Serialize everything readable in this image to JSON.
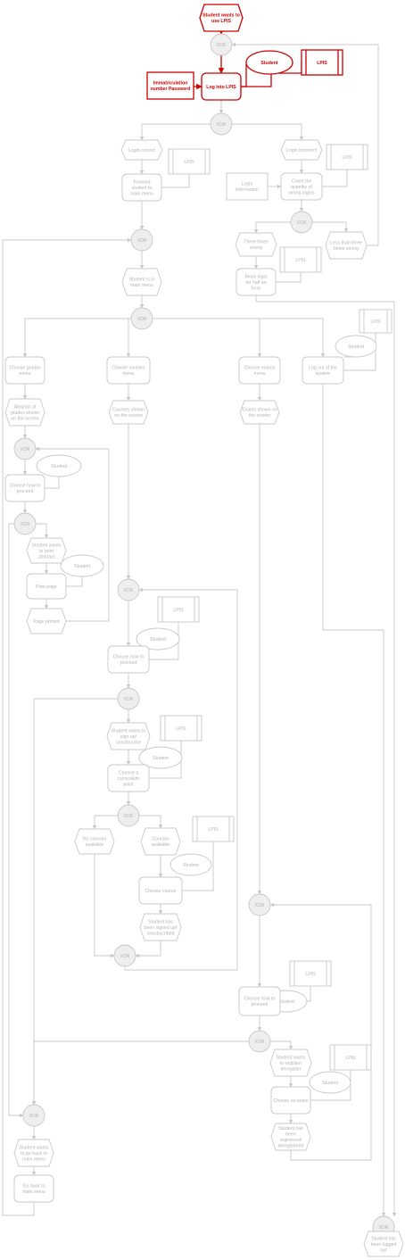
{
  "colors": {
    "active": "#cc0000",
    "inactive": "#c8c8c8",
    "inactive_text": "#b4b4b4",
    "xor_fill": "#eeeeee"
  },
  "nodes": [
    {
      "id": "start",
      "kind": "event",
      "label": "Student wants to use LPIS",
      "active": true
    },
    {
      "id": "x1",
      "kind": "xor",
      "label": "XOR"
    },
    {
      "id": "student-1",
      "kind": "actor",
      "label": "Student",
      "active": true
    },
    {
      "id": "lpis-1",
      "kind": "system",
      "label": "LPIS",
      "active": true
    },
    {
      "id": "credentials",
      "kind": "info",
      "label": "Immatriculation number Password",
      "active": true
    },
    {
      "id": "login",
      "kind": "func",
      "label": "Log into LPIS",
      "active": true
    },
    {
      "id": "x2",
      "kind": "xor",
      "label": "XOR"
    },
    {
      "id": "login-correct",
      "kind": "event",
      "label": "Login correct"
    },
    {
      "id": "login-incorrect",
      "kind": "event",
      "label": "Login incorrect"
    },
    {
      "id": "lpis-2",
      "kind": "system",
      "label": "LPIS"
    },
    {
      "id": "lpis-3",
      "kind": "system",
      "label": "LPIS"
    },
    {
      "id": "forward",
      "kind": "func",
      "label": "Forward student to main menu"
    },
    {
      "id": "login-info",
      "kind": "info",
      "label": "Login information"
    },
    {
      "id": "count",
      "kind": "func",
      "label": "Count the quantity of wrong logins"
    },
    {
      "id": "x3",
      "kind": "xor",
      "label": "XOR"
    },
    {
      "id": "three-times",
      "kind": "event",
      "label": "Three times wrong"
    },
    {
      "id": "less-three",
      "kind": "event",
      "label": "Less than three times wrong"
    },
    {
      "id": "lpis-4",
      "kind": "system",
      "label": "LPIS"
    },
    {
      "id": "block",
      "kind": "func",
      "label": "Block login for half an hour"
    },
    {
      "id": "x4",
      "kind": "xor",
      "label": "XOR"
    },
    {
      "id": "in-main",
      "kind": "event",
      "label": "Student is in main menu"
    },
    {
      "id": "x5",
      "kind": "xor",
      "label": "XOR"
    },
    {
      "id": "lpis-5",
      "kind": "system",
      "label": "LPIS"
    },
    {
      "id": "student-2",
      "kind": "actor",
      "label": "Student"
    },
    {
      "id": "grades-menu",
      "kind": "func",
      "label": "Choose grades menu"
    },
    {
      "id": "courses-menu",
      "kind": "func",
      "label": "Choose courses menu"
    },
    {
      "id": "exams-menu",
      "kind": "func",
      "label": "Choose exams menu"
    },
    {
      "id": "logout",
      "kind": "func",
      "label": "Log out of the system"
    },
    {
      "id": "abstract",
      "kind": "event",
      "label": "Abstract of grades shown on the screen"
    },
    {
      "id": "courses-shown",
      "kind": "event",
      "label": "Courses shown on the screen"
    },
    {
      "id": "exams-shown",
      "kind": "event",
      "label": "Exams shown on the screen"
    },
    {
      "id": "x6",
      "kind": "xor",
      "label": "XOR"
    },
    {
      "id": "student-3",
      "kind": "actor",
      "label": "Student"
    },
    {
      "id": "choose-grades",
      "kind": "func",
      "label": "Choose how to proceed"
    },
    {
      "id": "x7",
      "kind": "xor",
      "label": "XOR"
    },
    {
      "id": "wants-print",
      "kind": "event",
      "label": "Student wants to print abstract"
    },
    {
      "id": "student-4",
      "kind": "actor",
      "label": "Student"
    },
    {
      "id": "print",
      "kind": "func",
      "label": "Print page"
    },
    {
      "id": "printed",
      "kind": "event",
      "label": "Page printed"
    },
    {
      "id": "x8",
      "kind": "xor",
      "label": "XOR"
    },
    {
      "id": "lpis-6",
      "kind": "system",
      "label": "LPIS"
    },
    {
      "id": "student-5",
      "kind": "actor",
      "label": "Student"
    },
    {
      "id": "choose-courses",
      "kind": "func",
      "label": "Choose how to proceed"
    },
    {
      "id": "x9",
      "kind": "xor",
      "label": "XOR"
    },
    {
      "id": "wants-signup",
      "kind": "event",
      "label": "Student wants to sign up/ unsubscribe"
    },
    {
      "id": "lpis-7",
      "kind": "system",
      "label": "LPIS"
    },
    {
      "id": "student-6",
      "kind": "actor",
      "label": "Student"
    },
    {
      "id": "curriculum",
      "kind": "func",
      "label": "Choose a curriculum point"
    },
    {
      "id": "x10",
      "kind": "xor",
      "label": "XOR"
    },
    {
      "id": "no-courses",
      "kind": "event",
      "label": "No courses available"
    },
    {
      "id": "courses-avail",
      "kind": "event",
      "label": "Courses available"
    },
    {
      "id": "lpis-8",
      "kind": "system",
      "label": "LPIS"
    },
    {
      "id": "student-7",
      "kind": "actor",
      "label": "Student"
    },
    {
      "id": "choose-course",
      "kind": "func",
      "label": "Choose course"
    },
    {
      "id": "signed",
      "kind": "event",
      "label": "Student has been signed up/ unsubscribed"
    },
    {
      "id": "x11",
      "kind": "xor",
      "label": "XOR"
    },
    {
      "id": "x12",
      "kind": "xor",
      "label": "XOR"
    },
    {
      "id": "lpis-9",
      "kind": "system",
      "label": "LPIS"
    },
    {
      "id": "student-8",
      "kind": "actor",
      "label": "Student"
    },
    {
      "id": "choose-exams",
      "kind": "func",
      "label": "Choose how to proceed"
    },
    {
      "id": "x13",
      "kind": "xor",
      "label": "XOR"
    },
    {
      "id": "wants-register",
      "kind": "event",
      "label": "Student wants to register/ deregister"
    },
    {
      "id": "lpis-10",
      "kind": "system",
      "label": "LPIS"
    },
    {
      "id": "student-9",
      "kind": "actor",
      "label": "Student"
    },
    {
      "id": "choose-exam",
      "kind": "func",
      "label": "Choose an exam"
    },
    {
      "id": "registered",
      "kind": "event",
      "label": "Student has been registered/ deregistered"
    },
    {
      "id": "x14",
      "kind": "xor",
      "label": "XOR"
    },
    {
      "id": "wants-back",
      "kind": "event",
      "label": "Student wants to go back to main menu"
    },
    {
      "id": "go-back",
      "kind": "func",
      "label": "Go back to main menu"
    },
    {
      "id": "x15",
      "kind": "xor",
      "label": "XOR"
    },
    {
      "id": "logged-out",
      "kind": "event",
      "label": "Student has been logged out"
    }
  ]
}
